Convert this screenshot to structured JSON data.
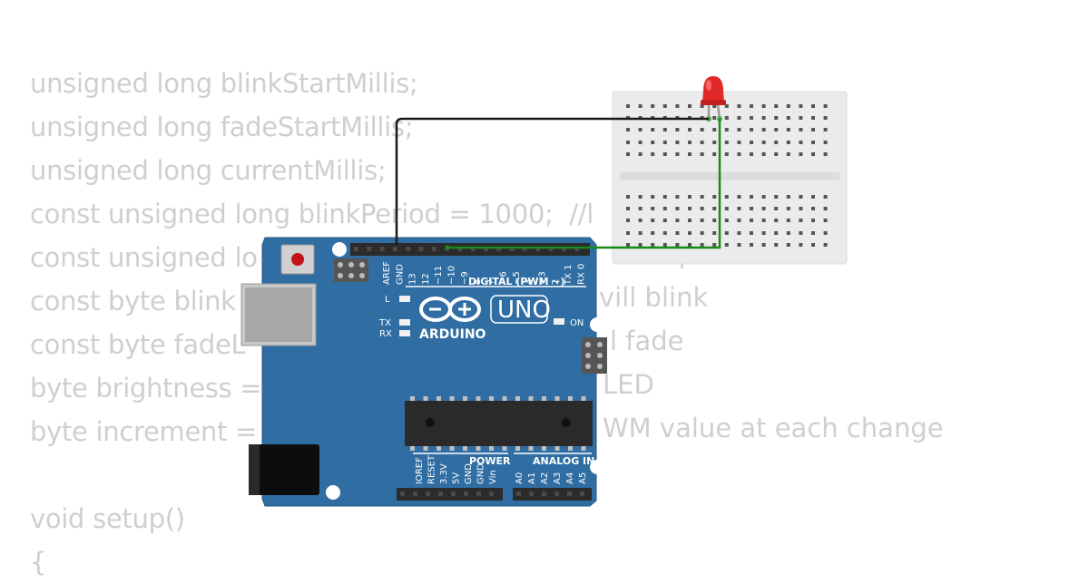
{
  "code_lines": [
    "unsigned long blinkStartMillis;",
    "unsigned long fadeStartMillis;",
    "unsigned long currentMillis;",
    "const unsigned long blinkPeriod = 1000;  //l",
    "const unsigned lo",
    "const byte blink",
    "const byte fadeL",
    "byte brightness = ",
    "byte increment = ",
    "",
    "void setup()",
    "{"
  ],
  "code_fragments": {
    "line5_right": "ds period",
    "line6_right": "vill blink",
    "line7_right": "l fade",
    "line8_right": "LED",
    "line9_right": "WM value at each change"
  },
  "board": {
    "brand": "ARDUINO",
    "model": "UNO",
    "on_label": "ON",
    "l_label": "L",
    "tx_label": "TX",
    "rx_label": "RX",
    "digital_label": "DIGITAL (PWM ~)",
    "power_label": "POWER",
    "analog_label": "ANALOG IN",
    "digital_pins": [
      "AREF",
      "GND",
      "13",
      "12",
      "~11",
      "~10",
      "~9",
      "8",
      "7",
      "~6",
      "~5",
      "4",
      "~3",
      "2",
      "TX 1",
      "RX 0"
    ],
    "power_pins": [
      "IOREF",
      "RESET",
      "3.3V",
      "5V",
      "GND",
      "GND",
      "Vin"
    ],
    "analog_pins": [
      "A0",
      "A1",
      "A2",
      "A3",
      "A4",
      "A5"
    ],
    "color": "#2f6da3"
  },
  "led": {
    "color": "#e02a2a"
  },
  "wires": {
    "black": "#1a1a1a",
    "green": "#1a8a1a"
  }
}
